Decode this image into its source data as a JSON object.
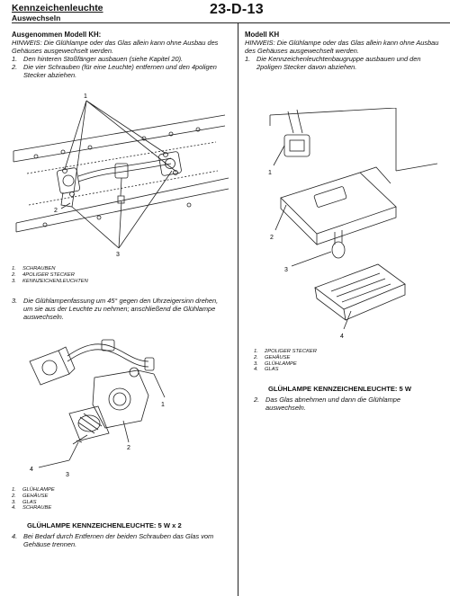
{
  "header": {
    "title": "Kennzeichenleuchte",
    "subtitle": "Auswechseln",
    "page_number": "23-D-13"
  },
  "left": {
    "section_title": "Ausgenommen Modell KH:",
    "note": "HINWEIS: Die Glühlampe oder das Glas allein kann ohne Ausbau des Gehäuses ausgewechselt werden.",
    "steps": [
      {
        "n": "1.",
        "text": "Den hinteren Stoßfänger ausbauen (siehe Kapitel 20)."
      },
      {
        "n": "2.",
        "text": "Die vier Schrauben (für eine Leuchte) entfernen und den 4poligen Stecker abziehen."
      }
    ],
    "fig1_callouts": [
      "1",
      "2",
      "3"
    ],
    "legend1": [
      {
        "n": "1.",
        "text": "SCHRAUBEN"
      },
      {
        "n": "2.",
        "text": "4POLIGER STECKER"
      },
      {
        "n": "3.",
        "text": "KENNZEICHENLEUCHTEN"
      }
    ],
    "step3": {
      "n": "3.",
      "text": "Die Glühlampenfassung um 45° gegen den Uhrzeigersinn drehen, um sie aus der Leuchte zu nehmen; anschließend die Glühlampe auswechseln."
    },
    "fig2_callouts": [
      "1",
      "2",
      "3",
      "4"
    ],
    "legend2": [
      {
        "n": "1.",
        "text": "GLÜHLAMPE"
      },
      {
        "n": "2.",
        "text": "GEHÄUSE"
      },
      {
        "n": "3.",
        "text": "GLAS"
      },
      {
        "n": "4.",
        "text": "SCHRAUBE"
      }
    ],
    "spec": "GLÜHLAMPE KENNZEICHENLEUCHTE: 5 W x 2",
    "step4": {
      "n": "4.",
      "text": "Bei Bedarf durch Entfernen der beiden Schrauben das Glas vom Gehäuse trennen."
    }
  },
  "right": {
    "section_title": "Modell KH",
    "note": "HINWEIS: Die Glühlampe oder das Glas allein kann ohne Ausbau des Gehäuses ausgewechselt werden.",
    "step1": {
      "n": "1.",
      "text": "Die Kennzeichenleuchtenbaugruppe ausbauen und den 2poligen Stecker davon abziehen."
    },
    "fig_callouts": [
      "1",
      "2",
      "3",
      "4"
    ],
    "legend": [
      {
        "n": "1.",
        "text": "2POLIGER STECKER"
      },
      {
        "n": "2.",
        "text": "GEHÄUSE"
      },
      {
        "n": "3.",
        "text": "GLÜHLAMPE"
      },
      {
        "n": "4.",
        "text": "GLAS"
      }
    ],
    "spec": "GLÜHLAMPE KENNZEICHENLEUCHTE: 5 W",
    "step2": {
      "n": "2.",
      "text": "Das Glas abnehmen und dann die Glühlampe auswechseln."
    }
  }
}
